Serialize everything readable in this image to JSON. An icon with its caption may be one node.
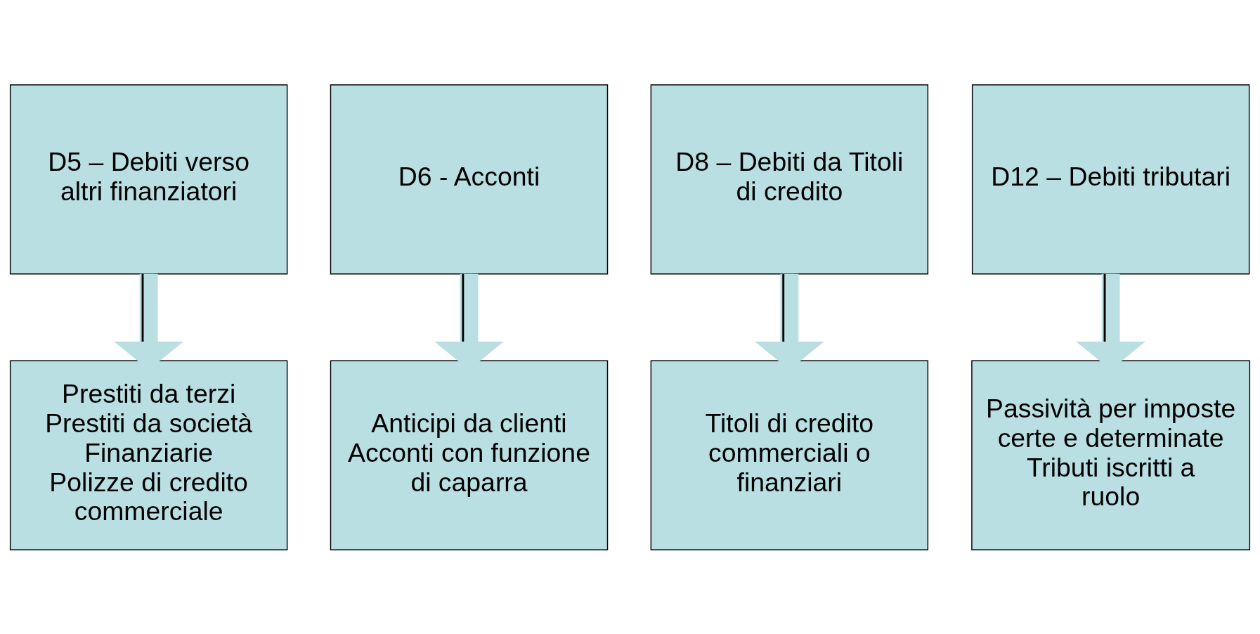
{
  "diagram": {
    "nodes": [
      {
        "text": [
          "D5 – Debiti verso altri finanziatori"
        ]
      },
      {
        "text": [
          "D6 - Acconti"
        ]
      },
      {
        "text": [
          "D8 – Debiti da Titoli di credito"
        ]
      },
      {
        "text": [
          "D12 – Debiti tributari"
        ]
      },
      {
        "text": [
          "Prestiti da terzi",
          "Prestiti da società Finanziarie",
          "Polizze di credito commerciale"
        ]
      },
      {
        "text": [
          "Anticipi da clienti",
          "Acconti con funzione di caparra"
        ]
      },
      {
        "text": [
          "Titoli di credito commerciali o finanziari"
        ]
      },
      {
        "text": [
          "Passività per imposte certe e determinate",
          "Tributi iscritti a ruolo"
        ]
      }
    ],
    "edges": [
      {
        "from": 0,
        "to": 4,
        "arrow": "to"
      },
      {
        "from": 1,
        "to": 5,
        "arrow": "to"
      },
      {
        "from": 2,
        "to": 6,
        "arrow": "to"
      },
      {
        "from": 3,
        "to": 7,
        "arrow": "to"
      }
    ]
  }
}
